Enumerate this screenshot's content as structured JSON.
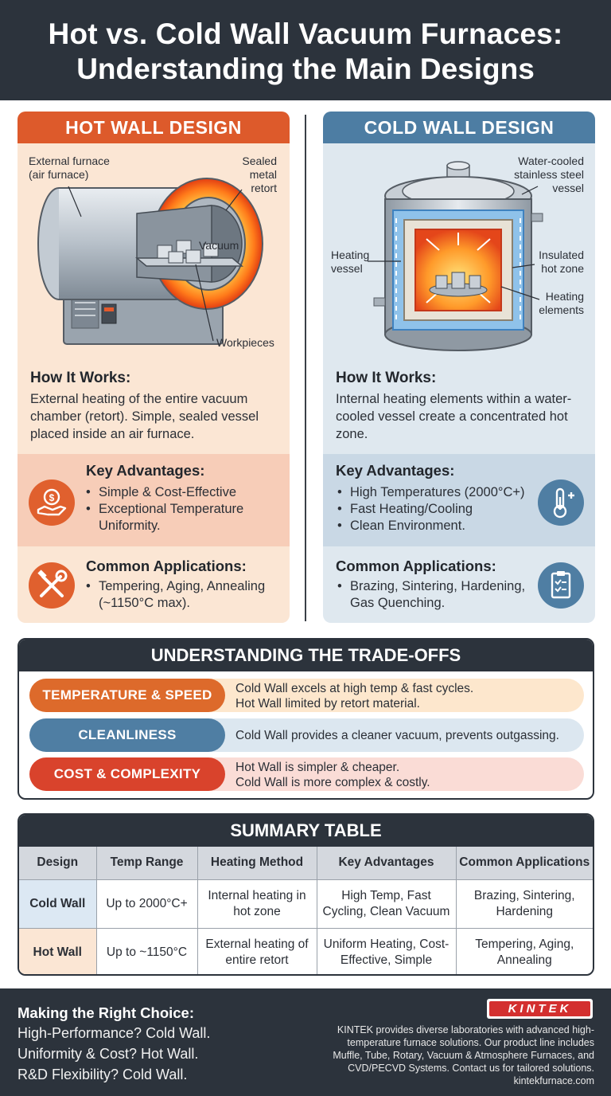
{
  "header": {
    "title_line1": "Hot vs. Cold Wall Vacuum Furnaces:",
    "title_line2": "Understanding the Main Designs"
  },
  "hot_wall": {
    "title": "HOT WALL DESIGN",
    "labels": {
      "external_furnace_l1": "External furnace",
      "external_furnace_l2": "(air furnace)",
      "retort_l1": "Sealed",
      "retort_l2": "metal",
      "retort_l3": "retort",
      "vacuum": "Vacuum",
      "workpieces": "Workpieces"
    },
    "how_heading": "How It Works:",
    "how_text": "External heating of the entire vacuum chamber (retort). Simple, sealed vessel placed inside an air furnace.",
    "advantages_heading": "Key Advantages:",
    "advantages": [
      "Simple & Cost-Effective",
      "Exceptional Temperature Uniformity."
    ],
    "applications_heading": "Common Applications:",
    "applications": [
      "Tempering, Aging, Annealing (~1150°C max)."
    ]
  },
  "cold_wall": {
    "title": "COLD WALL DESIGN",
    "labels": {
      "vessel_l1": "Water-cooled",
      "vessel_l2": "stainless steel",
      "vessel_l3": "vessel",
      "heating_vessel_l1": "Heating",
      "heating_vessel_l2": "vessel",
      "hot_zone_l1": "Insulated",
      "hot_zone_l2": "hot zone",
      "elements_l1": "Heating",
      "elements_l2": "elements"
    },
    "how_heading": "How It Works:",
    "how_text": "Internal heating elements within a water-cooled vessel create a concentrated hot zone.",
    "advantages_heading": "Key Advantages:",
    "advantages": [
      "High Temperatures (2000°C+)",
      "Fast Heating/Cooling",
      "Clean Environment."
    ],
    "applications_heading": "Common Applications:",
    "applications": [
      "Brazing, Sintering, Hardening, Gas Quenching."
    ]
  },
  "tradeoffs": {
    "title": "UNDERSTANDING THE TRADE-OFFS",
    "rows": [
      {
        "label": "TEMPERATURE & SPEED",
        "line1": "Cold Wall excels at high temp & fast cycles.",
        "line2": "Hot Wall limited by retort material."
      },
      {
        "label": "CLEANLINESS",
        "line1": "Cold Wall provides a cleaner vacuum, prevents outgassing.",
        "line2": ""
      },
      {
        "label": "COST & COMPLEXITY",
        "line1": "Hot Wall is simpler & cheaper.",
        "line2": "Cold Wall is more complex & costly."
      }
    ]
  },
  "summary": {
    "title": "SUMMARY TABLE",
    "headers": [
      "Design",
      "Temp Range",
      "Heating Method",
      "Key Advantages",
      "Common Applications"
    ],
    "rows": [
      [
        "Cold Wall",
        "Up to 2000°C+",
        "Internal heating in hot zone",
        "High Temp, Fast Cycling, Clean Vacuum",
        "Brazing, Sintering, Hardening"
      ],
      [
        "Hot Wall",
        "Up to ~1150°C",
        "External heating of entire retort",
        "Uniform Heating, Cost-Effective, Simple",
        "Tempering, Aging, Annealing"
      ]
    ]
  },
  "footer": {
    "heading": "Making the Right Choice:",
    "lines": [
      "High-Performance? Cold Wall.",
      "Uniformity & Cost? Hot Wall.",
      "R&D Flexibility? Cold Wall."
    ],
    "logo": "KINTEK",
    "blurb": "KINTEK provides diverse laboratories with advanced high-temperature furnace solutions. Our product line includes Muffle, Tube, Rotary, Vacuum & Atmosphere Furnaces, and CVD/PECVD Systems. Contact us for tailored solutions.",
    "url": "kintekfurnace.com"
  },
  "colors": {
    "hot_accent": "#dd5a2b",
    "cold_accent": "#4d7da3",
    "dark": "#2c333c"
  },
  "icons": [
    "money-hand-icon",
    "tools-icon",
    "thermometer-icon",
    "clipboard-icon"
  ]
}
